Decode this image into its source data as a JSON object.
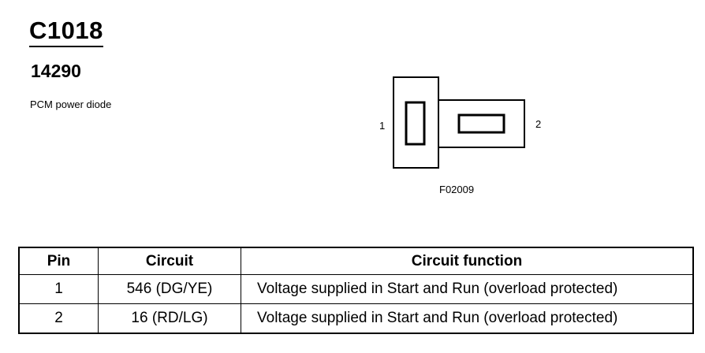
{
  "connector": {
    "id": "C1018",
    "part_number": "14290",
    "description": "PCM power diode"
  },
  "diagram": {
    "pin_left_label": "1",
    "pin_right_label": "2",
    "figure_code": "F02009"
  },
  "table": {
    "headers": [
      "Pin",
      "Circuit",
      "Circuit function"
    ],
    "rows": [
      [
        "1",
        "546 (DG/YE)",
        "Voltage supplied in Start and Run (overload protected)"
      ],
      [
        "2",
        "16 (RD/LG)",
        "Voltage supplied in Start and Run (overload protected)"
      ]
    ]
  }
}
